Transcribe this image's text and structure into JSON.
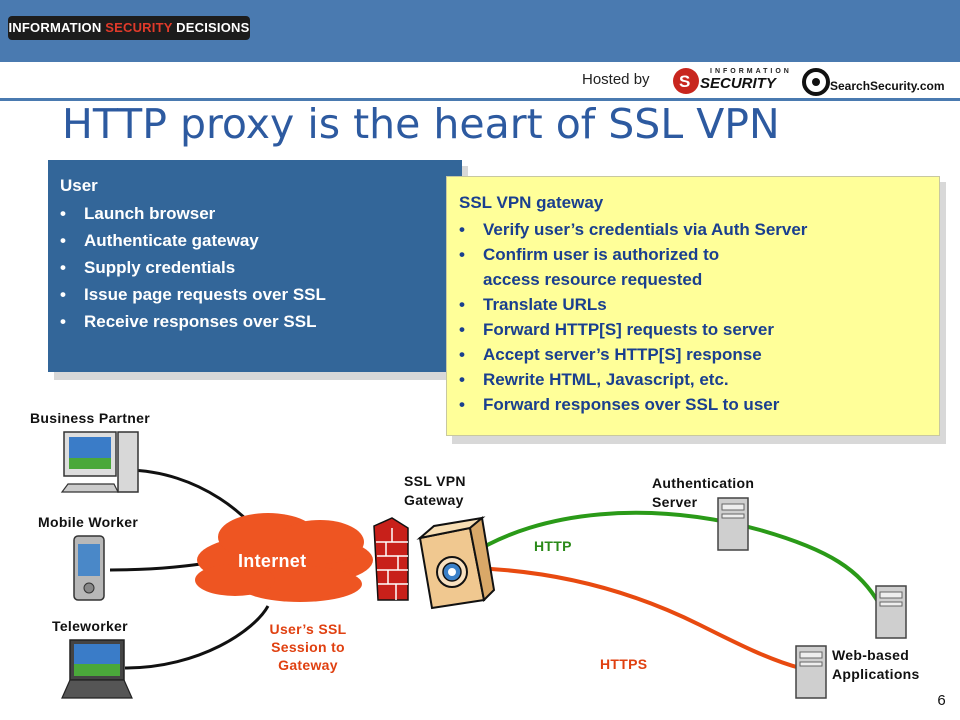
{
  "header": {
    "badge_pre": "INFORMATION ",
    "badge_accent": "SECURITY",
    "badge_post": " DECISIONS",
    "hosted_by": "Hosted by",
    "logo1_small": "INFORMATION",
    "logo1_main": "SECURITY",
    "logo2": "SearchSecurity.com"
  },
  "title": "HTTP proxy is the heart of SSL VPN",
  "user_box": {
    "title": "User",
    "items": [
      "Launch browser",
      "Authenticate gateway",
      "Supply credentials",
      "Issue page requests over SSL",
      "Receive responses over SSL"
    ]
  },
  "gateway_box": {
    "title": "SSL VPN gateway",
    "items": [
      "Verify user’s credentials via Auth Server",
      "Confirm user is authorized to",
      "Translate URLs",
      "Forward HTTP[S] requests to server",
      "Accept server’s HTTP[S] response",
      "Rewrite HTML, Javascript, etc.",
      "Forward responses over SSL to user"
    ],
    "continuation": "access resource requested"
  },
  "diagram": {
    "business_partner": "Business Partner",
    "mobile_worker": "Mobile Worker",
    "teleworker": "Teleworker",
    "internet": "Internet",
    "ssl_session": [
      "User’s SSL",
      "Session to",
      "Gateway"
    ],
    "gateway_label": [
      "SSL VPN",
      "Gateway"
    ],
    "auth_server": [
      "Authentication",
      "Server"
    ],
    "http": "HTTP",
    "https": "HTTPS",
    "web_apps": [
      "Web-based",
      "Applications"
    ]
  },
  "colors": {
    "title": "#2d5aa0",
    "user_box": "#336699",
    "gateway_box": "#ffff99",
    "http_line": "#2a9a18",
    "https_line": "#e84a10",
    "internet_cloud": "#ee5522"
  },
  "page_number": "6"
}
